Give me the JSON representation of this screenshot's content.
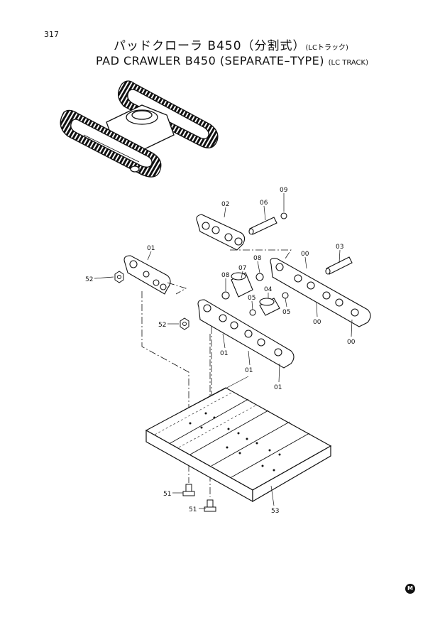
{
  "page": {
    "number": "317",
    "title_jp": "パッドクローラ B450（分割式）",
    "title_jp_sub": "(LCトラック)",
    "title_en": "PAD CRAWLER B450 (SEPARATE–TYPE)",
    "title_en_sub": "(LC TRACK)",
    "maker_mark": "M"
  },
  "callouts": {
    "c02": "02",
    "c06": "06",
    "c09": "09",
    "c01_top": "01",
    "c52_left": "52",
    "c08_top": "08",
    "c00_a": "00",
    "c03": "03",
    "c08_mid": "08",
    "c07": "07",
    "c04": "04",
    "c05_left": "05",
    "c05_right": "05",
    "c00_b": "00",
    "c00_c": "00",
    "c52_mid": "52",
    "c01_a": "01",
    "c01_b": "01",
    "c01_c": "01",
    "c51_a": "51",
    "c51_b": "51",
    "c53": "53"
  }
}
